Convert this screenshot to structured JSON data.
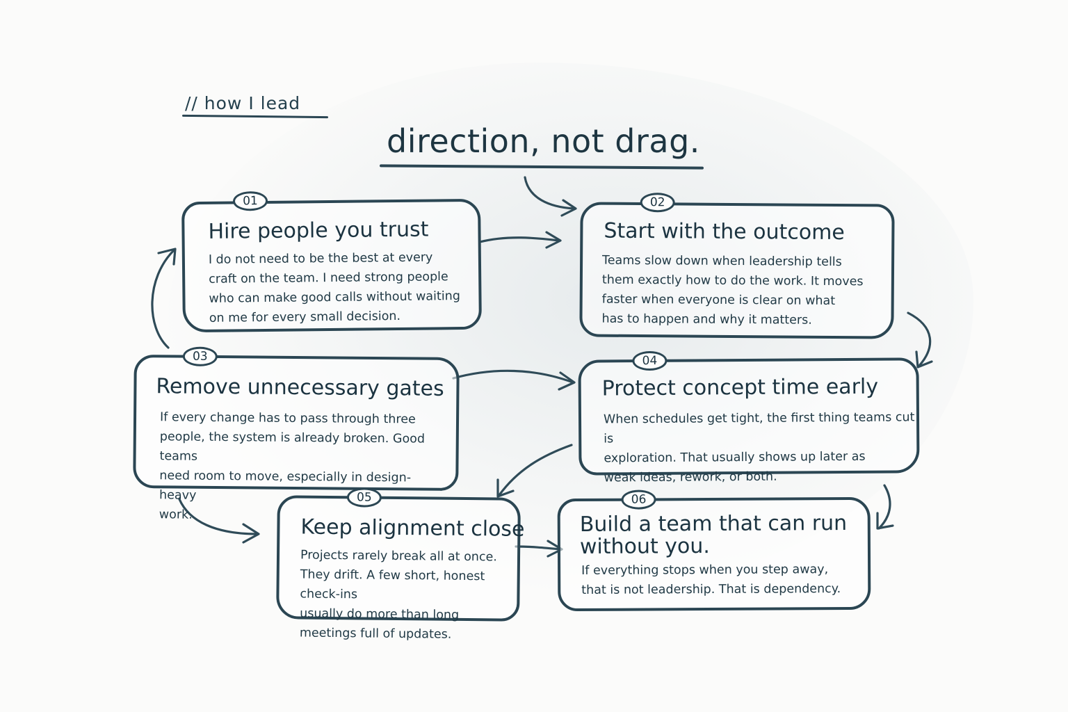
{
  "header": {
    "eyebrow": "// how I lead",
    "headline": "direction, not drag."
  },
  "cards": [
    {
      "number": "01",
      "title": "Hire people you trust",
      "body": "I do not need to be the best at every craft on the team. I need strong people who can make good calls without waiting on me for every small decision."
    },
    {
      "number": "02",
      "title": "Start with the outcome",
      "body": "Teams slow down when leadership tells them exactly how to do the work. It moves faster when everyone is clear on what has to happen and why it matters."
    },
    {
      "number": "03",
      "title": "Remove unnecessary gates",
      "body": "If every change has to pass through three people, the system is already broken. Good teams need room to move, especially in design-heavy work."
    },
    {
      "number": "04",
      "title": "Protect concept time early",
      "body": "When schedules get tight, the first thing teams cut is exploration. That usually shows up later as weak ideas, rework, or both."
    },
    {
      "number": "05",
      "title": "Keep alignment close",
      "body": "Projects rarely break all at once. They drift. A few short, honest check-ins usually do more than long meetings full of updates."
    },
    {
      "number": "06",
      "title": "Build a team that can run without you.",
      "body": "If everything stops when you step away, that is not leadership. That is dependency."
    }
  ],
  "colors": {
    "ink": "#2b4653",
    "text": "#1f3844",
    "paper": "#fbfbfa"
  }
}
